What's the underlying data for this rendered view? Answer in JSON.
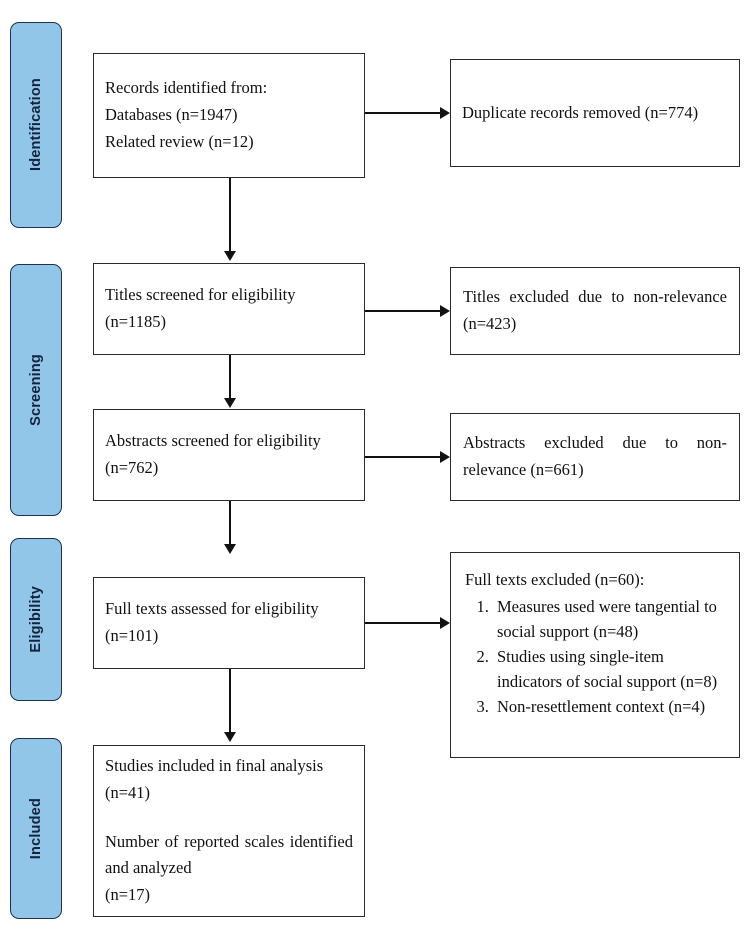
{
  "diagram": {
    "type": "prisma-flow-diagram",
    "accent_color": "#92c6e8",
    "border_color": "#2b2b2b",
    "label_color": "#13243f"
  },
  "phases": [
    {
      "label": "Identification"
    },
    {
      "label": "Screening"
    },
    {
      "label": "Eligibility"
    },
    {
      "label": "Included"
    }
  ],
  "boxes": {
    "records_identified": {
      "line1": "Records identified from:",
      "line2": "Databases (n=1947)",
      "line3": "Related review (n=12)"
    },
    "duplicates_removed": {
      "line1": "Duplicate records removed (n=774)"
    },
    "titles_screened": {
      "line1": "Titles screened for eligibility",
      "line2": "(n=1185)"
    },
    "titles_excluded": {
      "line1": "Titles excluded due to non-relevance (n=423)"
    },
    "abstracts_screened": {
      "line1": "Abstracts screened for eligibility",
      "line2": "(n=762)"
    },
    "abstracts_excluded": {
      "line1": "Abstracts excluded due to non-relevance (n=661)"
    },
    "fulltexts_assessed": {
      "line1": "Full texts assessed for eligibility",
      "line2": "(n=101)"
    },
    "fulltexts_excluded": {
      "heading": "Full texts excluded (n=60):",
      "reasons": [
        "Measures used were tangential to social support (n=48)",
        "Studies using single-item indicators of social support (n=8)",
        "Non-resettlement context (n=4)"
      ]
    },
    "studies_included": {
      "line1": "Studies included in final analysis",
      "line2": "(n=41)",
      "line3": "Number of reported scales identified and analyzed",
      "line4": "(n=17)"
    }
  }
}
